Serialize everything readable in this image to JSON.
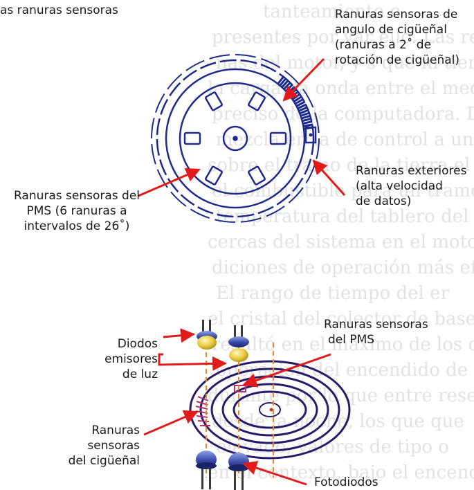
{
  "labels": {
    "top_left": "as ranuras sensoras",
    "crank_angle_slots": [
      "Ranuras sensoras de",
      "angulo de cigüeñal",
      "(ranuras a 2˚ de",
      "rotación de cigüeñal)"
    ],
    "outer_slots": [
      "Ranuras exteriores",
      "(alta velocidad",
      "de datos)"
    ],
    "pms_slots": [
      "Ranuras sensoras del",
      "PMS (6 ranuras a",
      "intervalos de 26˚)"
    ],
    "pms_slots_lower": [
      "Ranuras sensoras",
      "del PMS"
    ],
    "leds": [
      "Diodos",
      "emisores",
      "de luz"
    ],
    "crank_slots": [
      "Ranuras",
      "sensoras",
      "del cigüeñal"
    ],
    "photodiodes": "Fotodiodos"
  },
  "background_text": [
    "tanteamiento o",
    "presentes por var ello. Las re",
    "nas del motor, y s que ni tiene",
    "la carga, la onda entre el medid",
    "preciso de la computadora. De la",
    "mezcla en la de control a una",
    "sobre el tramo de la tierra el",
    "el combustible para un tramo lle",
    "temperatura del tablero del conjunto",
    "cercas del sistema en el motor de",
    "diciones de operación más eficie",
    "El rango de tiempo del er",
    "el cristal del colector de base no",
    "resultó en el máximo de los casos,",
    "operación del encendido de",
    "durante por lo que entre reses que",
    "desde la noche, los que que",
    "elevado, valores de tipo o",
    "en el contexto, bajo el encendido"
  ],
  "colors": {
    "ink": "#1d2a8c",
    "arrow": "#e21a1a",
    "guide": "#e98a2a",
    "led": "#e8c93b",
    "cap": "#3848a8"
  }
}
